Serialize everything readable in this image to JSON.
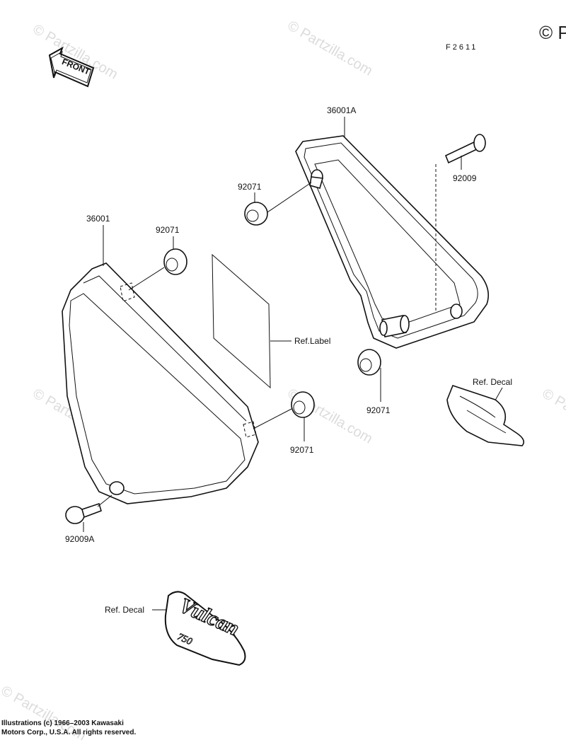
{
  "figure_code": "F2611",
  "front_arrow": "FRONT",
  "watermarks": [
    "© Partzilla.com",
    "© Partzilla.com",
    "© Partzilla.com",
    "© Partzilla.com",
    "© Partzilla.com",
    "© Partzilla.com",
    "© P"
  ],
  "parts": {
    "cover_left": "36001",
    "cover_right": "36001A",
    "grommet_left_top": "92071",
    "grommet_left_bottom": "92071",
    "grommet_right_top": "92071",
    "grommet_right_bottom": "92071",
    "bolt_right": "92009",
    "bolt_left": "92009A"
  },
  "refs": {
    "label": "Ref.Label",
    "decal_right": "Ref. Decal",
    "decal_bottom": "Ref. Decal"
  },
  "decal_text": {
    "brand": "Vulcan",
    "model": "750"
  },
  "credit": {
    "line1": "Illustrations (c) 1966–2003 Kawasaki",
    "line2": "Motors Corp., U.S.A.  All rights reserved."
  }
}
